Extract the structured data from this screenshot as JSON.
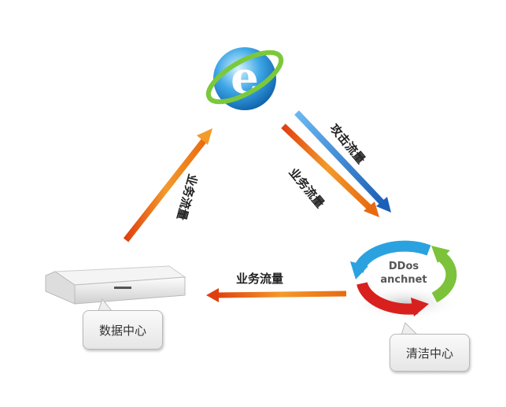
{
  "labels": {
    "attack_traffic": "攻击流量",
    "business_traffic_right": "业务流量",
    "business_traffic_left": "业务流量",
    "business_traffic_bottom": "业务流量"
  },
  "nodes": {
    "cleaning_center_line1": "DDos",
    "cleaning_center_line2": "anchnet",
    "data_center_callout": "数据中心",
    "cleaning_center_callout": "清洁中心"
  },
  "colors": {
    "attack": "#2a7fd0",
    "business": "#f07a1c",
    "cycle_blue": "#2aa2e0",
    "cycle_green": "#7cc23a",
    "cycle_red": "#d8201e"
  }
}
